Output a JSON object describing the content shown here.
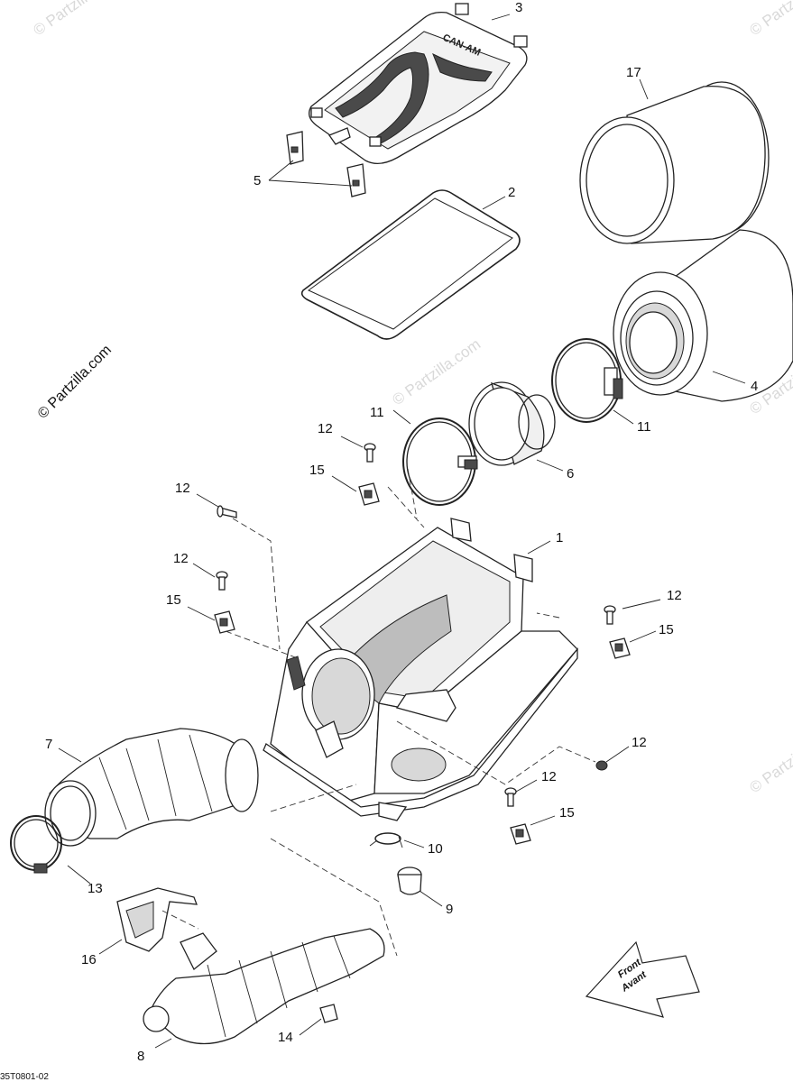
{
  "watermark": {
    "main": "© Partzilla.com",
    "faint": [
      "© Partzilla.com",
      "© Partzilla.com",
      "© Partzilla.com",
      "© Partzilla.com",
      "© Partzilla.com"
    ]
  },
  "callouts": [
    "1",
    "2",
    "3",
    "4",
    "5",
    "6",
    "7",
    "8",
    "9",
    "10",
    "11",
    "11",
    "12",
    "12",
    "12",
    "12",
    "12",
    "12",
    "13",
    "14",
    "15",
    "15",
    "15",
    "15",
    "16",
    "17"
  ],
  "front_arrow": {
    "line1": "Front",
    "line2": "Avant"
  },
  "drawing_code": "35T0801-02",
  "cover_logo": "CAN-AM"
}
